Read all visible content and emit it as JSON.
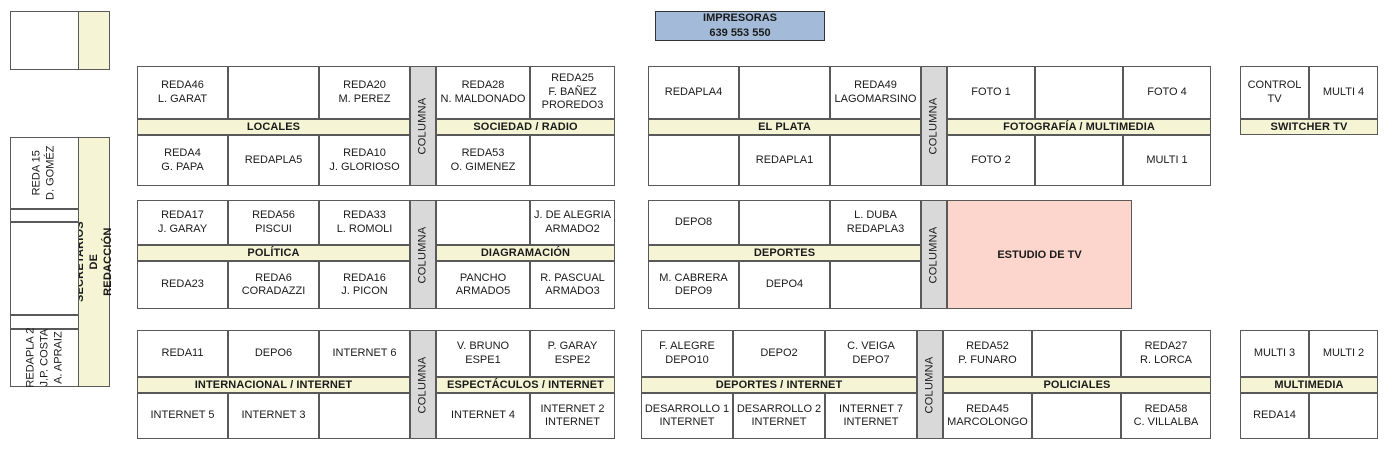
{
  "printers": {
    "title": "IMPRESORAS",
    "numbers": "639  553  550",
    "color": "#a3bbd8"
  },
  "colors": {
    "dept_bar": "#f5f5d5",
    "column_pillar": "#d9d9d9",
    "tv_studio": "#fcd5cc",
    "printers": "#a3bbd8",
    "border": "#595959"
  },
  "column_label": "COLUMNA",
  "left_column": {
    "top_box": {
      "label": ""
    },
    "side_label": "SECRETARIOS DE REDACCIÓN",
    "cells": [
      {
        "label": "REDA 15\nD. GOMÉZ"
      },
      {
        "label": ""
      },
      {
        "label": "REDAPLA 2\nJ.P. COSTA\nA. APRAIZ"
      }
    ]
  },
  "blocks": [
    {
      "id": "locales-sociedad",
      "left": {
        "dept": "LOCALES",
        "top": [
          "REDA46\nL. GARAT",
          "",
          "REDA20\nM. PEREZ"
        ],
        "bottom": [
          "REDA4\nG. PAPA",
          "REDAPLA5",
          "REDA10\nJ. GLORIOSO"
        ]
      },
      "right": {
        "dept": "SOCIEDAD / RADIO",
        "top": [
          "REDA28\nN. MALDONADO",
          "REDA25\nF. BAÑEZ\nPROREDO3"
        ],
        "bottom": [
          "REDA53\nO. GIMENEZ",
          ""
        ]
      }
    },
    {
      "id": "elplata-fotografia",
      "left": {
        "dept": "EL PLATA",
        "top": [
          "REDAPLA4",
          "",
          "REDA49\nLAGOMARSINO"
        ],
        "bottom": [
          "",
          "REDAPLA1",
          ""
        ]
      },
      "right": {
        "dept": "FOTOGRAFÍA / MULTIMEDIA",
        "top": [
          "FOTO 1",
          "",
          "FOTO 4"
        ],
        "bottom": [
          "FOTO 2",
          "",
          "MULTI 1"
        ]
      }
    },
    {
      "id": "politica-diagramacion",
      "left": {
        "dept": "POLÍTICA",
        "top": [
          "REDA17\nJ. GARAY",
          "REDA56\nPISCUI",
          "REDA33\nL. ROMOLI"
        ],
        "bottom": [
          "REDA23",
          "REDA6\nCORADAZZI",
          "REDA16\nJ. PICON"
        ]
      },
      "right": {
        "dept": "DIAGRAMACIÓN",
        "top": [
          "",
          "J. DE ALEGRIA\nARMADO2"
        ],
        "bottom": [
          "PANCHO\nARMADO5",
          "R. PASCUAL\nARMADO3"
        ]
      }
    },
    {
      "id": "deportes-estudio",
      "left": {
        "dept": "DEPORTES",
        "top": [
          "DEPO8",
          "",
          "L. DUBA\nREDAPLA3"
        ],
        "bottom": [
          "M. CABRERA\nDEPO9",
          "DEPO4",
          ""
        ]
      },
      "right": {
        "dept": "ESTUDIO DE TV",
        "studio": true
      }
    },
    {
      "id": "internacional-espectaculos",
      "left": {
        "dept": "INTERNACIONAL / INTERNET",
        "top": [
          "REDA11",
          "DEPO6",
          "INTERNET 6"
        ],
        "bottom": [
          "INTERNET 5",
          "INTERNET 3",
          ""
        ]
      },
      "right": {
        "dept": "ESPECTÁCULOS / INTERNET",
        "top": [
          "V. BRUNO\nESPE1",
          "P. GARAY\nESPE2"
        ],
        "bottom": [
          "INTERNET 4",
          "INTERNET 2\nINTERNET"
        ]
      }
    },
    {
      "id": "deportesinternet-policiales",
      "left": {
        "dept": "DEPORTES / INTERNET",
        "top": [
          "F. ALEGRE\nDEPO10",
          "DEPO2",
          "C. VEIGA\nDEPO7"
        ],
        "bottom": [
          "DESARROLLO 1\nINTERNET",
          "DESARROLLO 2\nINTERNET",
          "INTERNET 7\nINTERNET"
        ]
      },
      "right": {
        "dept": "POLICIALES",
        "top": [
          "REDA52\nP. FUNARO",
          "",
          "REDA27\nR. LORCA"
        ],
        "bottom": [
          "REDA45\nMARCOLONGO",
          "",
          "REDA58\nC. VILLALBA"
        ]
      }
    }
  ],
  "right_blocks": [
    {
      "id": "switcher-tv",
      "dept": "SWITCHER TV",
      "top": [
        "CONTROL TV",
        "MULTI 4"
      ],
      "bottom": []
    },
    {
      "id": "multimedia",
      "dept": "MULTIMEDIA",
      "top": [
        "MULTI 3",
        "MULTI 2"
      ],
      "bottom": [
        "REDA14",
        ""
      ]
    }
  ]
}
